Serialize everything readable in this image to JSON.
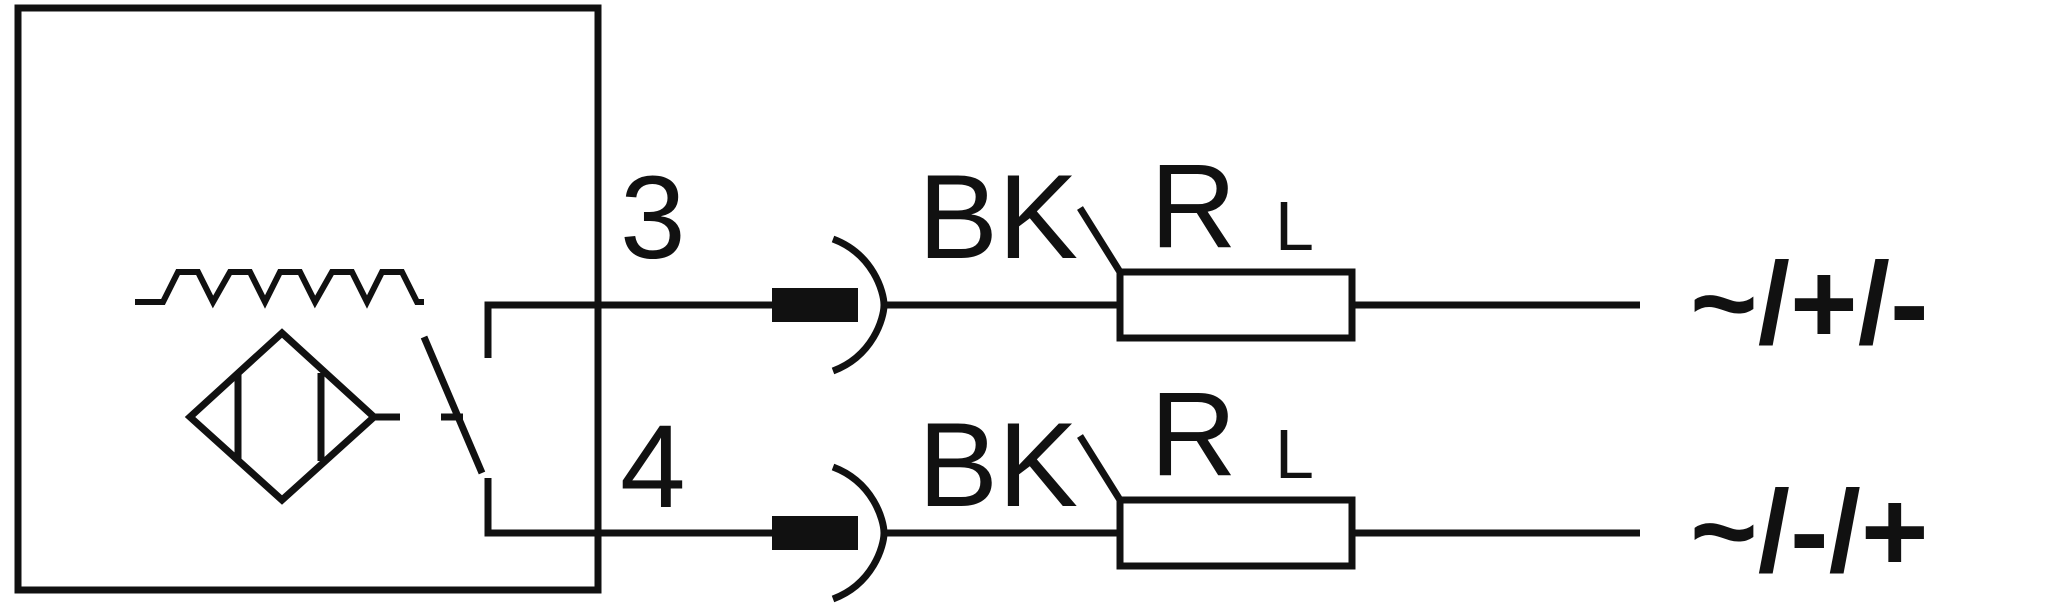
{
  "wires": [
    {
      "pin": "3",
      "color": "BK",
      "load_main": "R",
      "load_sub": "L",
      "supply": "~/+/-"
    },
    {
      "pin": "4",
      "color": "BK",
      "load_main": "R",
      "load_sub": "L",
      "supply": "~/-/+"
    }
  ]
}
